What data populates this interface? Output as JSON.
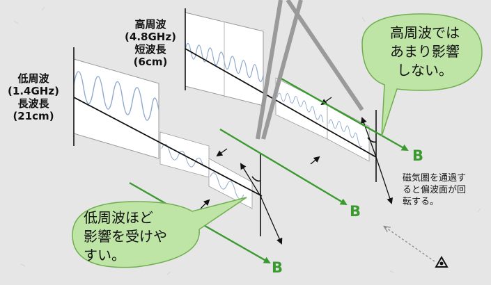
{
  "low_freq_label": [
    "低周波",
    "(1.4GHz)",
    "長波長",
    "(21cm)"
  ],
  "high_freq_label": [
    "高周波",
    "(4.8GHz)",
    "短波長",
    "(6cm)"
  ],
  "callout_high": [
    "高周波では",
    "あまり影響",
    "しない。"
  ],
  "callout_low": [
    "低周波ほど",
    "影響を受けや",
    "すい。"
  ],
  "field_symbol": "B",
  "rotation_note": [
    "磁気圏を通過す",
    "ると偏波面が回",
    "転する。"
  ],
  "observer_icon": "observer-eye-icon",
  "colors": {
    "background": "#e6e6e6",
    "field_arrow": "#3b9a2f",
    "bubble_fill": "#bfe5a6",
    "bubble_stroke": "#6fae4f",
    "wave": "#8fa9cc",
    "beam": "#9a9a9a"
  }
}
